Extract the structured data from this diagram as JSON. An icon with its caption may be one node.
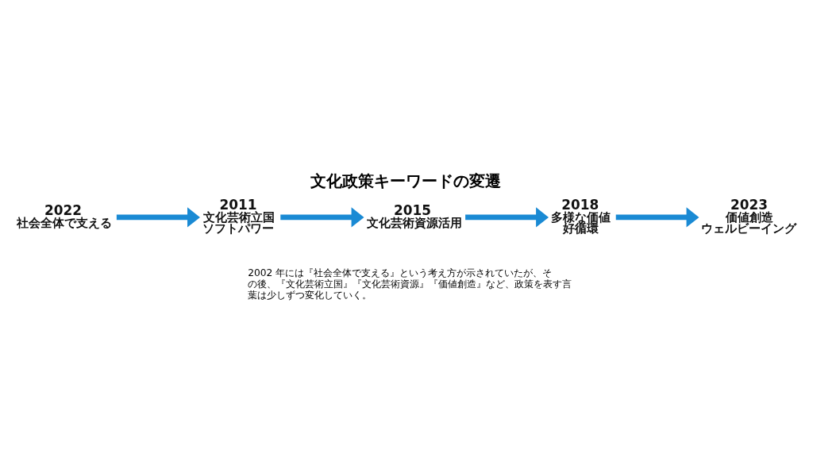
{
  "diagram": {
    "title": "文化政策キーワードの変遷",
    "caption": "2002 年には『社会全体で支える』という考え方が示されていたが、その後、『文化芸術立国』『文化芸術資源』『価値創造』など、政策を表す言葉は少しずつ変化していく。",
    "nodes": [
      {
        "text": [
          "2022",
          "社会全体で支える"
        ]
      },
      {
        "text": [
          "2011",
          "文化芸術立国",
          "ソフトパワー"
        ]
      },
      {
        "text": [
          "2015",
          "文化芸術資源活用"
        ]
      },
      {
        "text": [
          "2018",
          "多様な価値",
          "好循環"
        ]
      },
      {
        "text": [
          "2023",
          "価値創造",
          "ウェルビーイング"
        ]
      }
    ],
    "edges": [
      {
        "from": 0,
        "to": 1,
        "arrow": "to"
      },
      {
        "from": 1,
        "to": 2,
        "arrow": "to"
      },
      {
        "from": 2,
        "to": 3,
        "arrow": "to"
      },
      {
        "from": 3,
        "to": 4,
        "arrow": "to"
      }
    ]
  }
}
